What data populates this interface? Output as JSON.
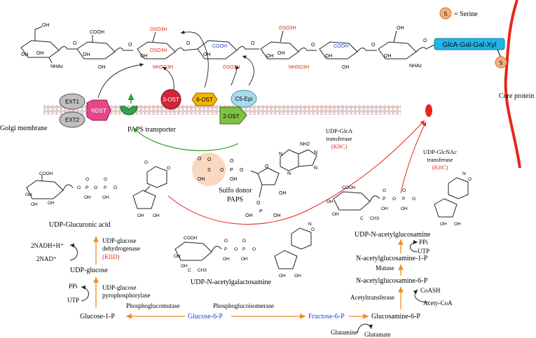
{
  "legend": {
    "serine_symbol": "S",
    "serine_label": "= Serine"
  },
  "core": {
    "linker": "GlcA-Gal-Gal-Xyl",
    "serine": "S",
    "protein": "Core protein"
  },
  "sugars": {
    "oh": "OH",
    "nhac": "NHAc",
    "cooh": "COOH",
    "oso3h": "OSO3H",
    "nhso3h": "NHSO3H",
    "ring_o": "O"
  },
  "membrane": {
    "label": "Golgi membrane",
    "enzymes": {
      "ext1": "EXT1",
      "ext2": "EXT2",
      "ndst": "NDST",
      "ost3": "3-OST",
      "ost6": "6-OST",
      "ost2": "2-OST",
      "c5epi": "C5-Epi"
    },
    "paps_transporter": "PAPS transporter"
  },
  "paps": {
    "label_line1": "Sulfo donor",
    "label_line2": "PAPS",
    "nh2": "NH2",
    "n": "N",
    "o": "O",
    "oh": "OH",
    "p": "P",
    "s": "S"
  },
  "transferases": {
    "glca": {
      "line1": "UDP-GlcA",
      "line2": "transferase",
      "enzyme": "(KfiC)"
    },
    "glcnac": {
      "line1": "UDP-GlcNAc",
      "line2": "transferase",
      "enzyme": "(KfiC)"
    }
  },
  "nucleotide_sugars": {
    "udp_glca": "UDP-Glucuronic acid",
    "udp_galnac": "UDP-N-acetylgalactosamine",
    "udp_glcnac": "UDP-N-acetylglucosamine",
    "ch3": "CH3",
    "c": "C"
  },
  "left_pathway": {
    "nadh": "2NADH+H⁺",
    "nad": "2NAD⁺",
    "dehydrogenase_line1": "UDP-glucose",
    "dehydrogenase_line2": "dehydrogenase",
    "dehydrogenase_enzyme": "(KfiD)",
    "udp_glucose": "UDP-glucose",
    "ppi": "PPi",
    "utp": "UTP",
    "pyro_line1": "UDP-glucose",
    "pyro_line2": "pyrophosphorylase",
    "glucose_1p": "Glucose-1-P",
    "phosphoglucomutase": "Phosphoglucomutase"
  },
  "center_pathway": {
    "glucose_6p": "Glucose-6-P",
    "phosphoglucoisomerase": "Phosphoglucoisomerase",
    "fructose_6p": "Fructose-6-P"
  },
  "right_pathway": {
    "glucosamine_6p": "Glucosamine-6-P",
    "glutamine": "Glutamine",
    "glutamate": "Glutamate",
    "acetyltransferase": "Acetyltransferase",
    "coash": "CoASH",
    "acetyl_coa": "Acety-CoA",
    "nag6p": "N-acetylglucosamine-6-P",
    "mutase": "Mutase",
    "nag1p": "N-acetylglucosamine-1-P",
    "ppi": "PPi",
    "utp": "UTP"
  },
  "colors": {
    "orange_arrow": "#f08c1e",
    "red_arrow": "#e8271b",
    "green_arrow": "#29a02a",
    "blue_text": "#1f3fd1",
    "red_text": "#e8271b",
    "linker_fill": "#1fb5e8",
    "serine_fill": "#f6b07b",
    "ndst_fill": "#e8458b",
    "ost3_fill": "#d3243a",
    "ost6_fill": "#f4b400",
    "ost2_fill": "#7dc242",
    "c5epi_fill": "#a8dbe8",
    "ext_fill": "#bfbfbf",
    "transporter_fill": "#2ea44f"
  }
}
